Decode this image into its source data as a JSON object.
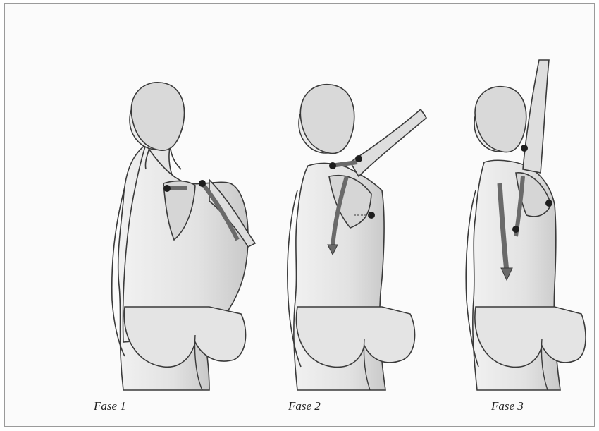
{
  "figures": [
    {
      "caption": "Fase 1"
    },
    {
      "caption": "Fase 2"
    },
    {
      "caption": "Fase 3"
    }
  ],
  "colors": {
    "skin": "#e6e6e6",
    "outline": "#3a3a3a",
    "bone": "#d6d6d6",
    "arrow": "#6a6a6a",
    "marker": "#1e1e1e"
  }
}
